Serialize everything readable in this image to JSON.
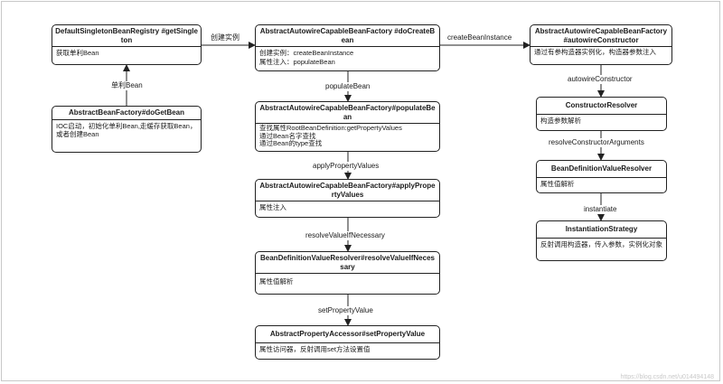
{
  "boxes": {
    "registry": {
      "title": "DefaultSingletonBeanRegistry #getSingleton",
      "lines": [
        "获取单利Bean"
      ]
    },
    "doGetBean": {
      "title": "AbstractBeanFactory#doGetBean",
      "lines": [
        "IOC启动，初始化单利Bean,走缓存获取Bean，或者创建Bean"
      ]
    },
    "doCreateBean": {
      "title": "AbstractAutowireCapableBeanFactory #doCreateBean",
      "lines": [
        "创建实例：createBeanInstance",
        "属性注入：populateBean"
      ]
    },
    "populateBean": {
      "title": "AbstractAutowireCapableBeanFactory#populateBean",
      "lines": [
        "查找属性RootBeanDefinition:getPropertyValues",
        "通过Bean名字查找",
        "通过Bean的type查找"
      ]
    },
    "applyPropertyValues": {
      "title": "AbstractAutowireCapableBeanFactory#applyPropertyValues",
      "lines": [
        "属性注入"
      ]
    },
    "resolveValueIfNecessary": {
      "title": "BeanDefinitionValueResolver#resolveValueIfNecessary",
      "lines": [
        "属性值解析"
      ]
    },
    "setPropertyValue": {
      "title": "AbstractPropertyAccessor#setPropertyValue",
      "lines": [
        "属性访问器，反射调用set方法设置值"
      ]
    },
    "autowireConstructor": {
      "title": "AbstractAutowireCapableBeanFactory#autowireConstructor",
      "lines": [
        "通过有参构造器实例化，构造器参数注入"
      ]
    },
    "constructorResolver": {
      "title": "ConstructorResolver",
      "lines": [
        "构造参数解析"
      ]
    },
    "valueResolver": {
      "title": "BeanDefinitionValueResolver",
      "lines": [
        "属性值解析"
      ]
    },
    "instantiationStrategy": {
      "title": "InstantiationStrategy",
      "lines": [
        "反射调用构造器，传入参数，实例化对象"
      ]
    }
  },
  "edges": {
    "singleton_bean": "单利Bean",
    "create_instance": "创建实例",
    "create_bean_instance": "createBeanInstance",
    "populate_bean": "populateBean",
    "apply_property_values": "applyPropertyValues",
    "resolve_value_if_necessary": "resolveValueIfNecessary",
    "set_property_value": "setPropertyValue",
    "autowire_constructor": "autowireConstructor",
    "resolve_constructor_arguments": "resolveConstructorArguments",
    "instantiate": "instantiate"
  },
  "watermark": "https://blog.csdn.net/u014494148"
}
